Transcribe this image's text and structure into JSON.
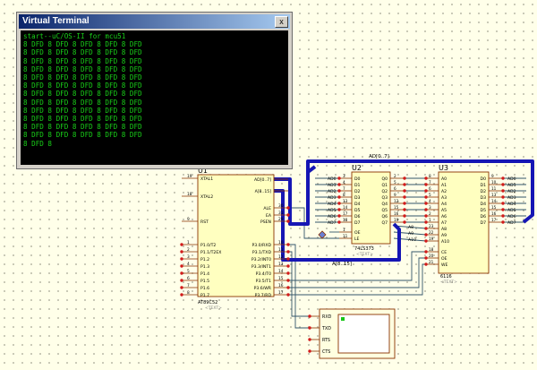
{
  "terminal": {
    "title": "Virtual Terminal",
    "close_label": "x",
    "lines": [
      "start--uC/OS-II for mcu51",
      "8 DFD 8 DFD 8 DFD 8 DFD 8 DFD",
      "8 DFD 8 DFD 8 DFD 8 DFD 8 DFD",
      "8 DFD 8 DFD 8 DFD 8 DFD 8 DFD",
      "8 DFD 8 DFD 8 DFD 8 DFD 8 DFD",
      "8 DFD 8 DFD 8 DFD 8 DFD 8 DFD",
      "8 DFD 8 DFD 8 DFD 8 DFD 8 DFD",
      "8 DFD 8 DFD 8 DFD 8 DFD 8 DFD",
      "8 DFD 8 DFD 8 DFD 8 DFD 8 DFD",
      "8 DFD 8 DFD 8 DFD 8 DFD 8 DFD",
      "8 DFD 8 DFD 8 DFD 8 DFD 8 DFD",
      "8 DFD 8 DFD 8 DFD 8 DFD 8 DFD",
      "8 DFD 8 DFD 8 DFD 8 DFD 8 DFD",
      "8 DFD 8"
    ]
  },
  "bus_labels": {
    "ad": "AD[0..7]",
    "a": "A[8..15]"
  },
  "u1": {
    "ref": "U1",
    "part": "AT89C52",
    "text_tag": "<TEXT>",
    "left_pins": [
      {
        "name": "XTAL1",
        "num": "19"
      },
      {
        "name": "XTAL2",
        "num": "18"
      },
      {
        "name": "RST",
        "num": "9"
      },
      {
        "name": "P1.0/T2",
        "num": "1"
      },
      {
        "name": "P1.1/T2EX",
        "num": "2"
      },
      {
        "name": "P1.2",
        "num": "3"
      },
      {
        "name": "P1.3",
        "num": "4"
      },
      {
        "name": "P1.4",
        "num": "5"
      },
      {
        "name": "P1.5",
        "num": "6"
      },
      {
        "name": "P1.6",
        "num": "7"
      },
      {
        "name": "P1.7",
        "num": "8"
      }
    ],
    "right_pins": [
      {
        "name": "AD[0..7]",
        "num": ""
      },
      {
        "name": "A[8..15]",
        "num": ""
      },
      {
        "name": "ALE",
        "num": "30"
      },
      {
        "name": "EA",
        "num": "31"
      },
      {
        "name": "PSEN",
        "num": "29"
      },
      {
        "name": "P3.0/RXD",
        "num": "10"
      },
      {
        "name": "P3.1/TXD",
        "num": "11"
      },
      {
        "name": "P3.2/INT0",
        "num": "12"
      },
      {
        "name": "P3.3/INT1",
        "num": "13"
      },
      {
        "name": "P3.4/T0",
        "num": "14"
      },
      {
        "name": "P3.5/T1",
        "num": "15"
      },
      {
        "name": "P3.6/WR",
        "num": "16"
      },
      {
        "name": "P3.7/RD",
        "num": "17"
      }
    ]
  },
  "u2": {
    "ref": "U2",
    "part": "74LS373",
    "text_tag": "<TEXT>",
    "d_pins": [
      "D0",
      "D1",
      "D2",
      "D3",
      "D4",
      "D5",
      "D6",
      "D7"
    ],
    "q_pins": [
      "Q0",
      "Q1",
      "Q2",
      "Q3",
      "Q4",
      "Q5",
      "Q6",
      "Q7"
    ],
    "in_nums": [
      "3",
      "4",
      "7",
      "8",
      "13",
      "14",
      "17",
      "18"
    ],
    "out_nums": [
      "2",
      "5",
      "6",
      "9",
      "12",
      "15",
      "16",
      "19"
    ],
    "ad_labels": [
      "AD0",
      "AD1",
      "AD2",
      "AD3",
      "AD4",
      "AD5",
      "AD6",
      "AD7"
    ],
    "oe": "OE",
    "le": "LE",
    "oe_num": "1",
    "le_num": "11"
  },
  "u3": {
    "ref": "U3",
    "part": "6116",
    "text_tag": "<TEXT>",
    "a_pins": [
      "A0",
      "A1",
      "A2",
      "A3",
      "A4",
      "A5",
      "A6",
      "A7",
      "A8",
      "A9",
      "A10"
    ],
    "a_nums": [
      "8",
      "7",
      "6",
      "5",
      "4",
      "3",
      "2",
      "1",
      "23",
      "22",
      "19"
    ],
    "d_pins": [
      "D0",
      "D1",
      "D2",
      "D3",
      "D4",
      "D5",
      "D6",
      "D7"
    ],
    "d_nums": [
      "9",
      "10",
      "11",
      "13",
      "14",
      "15",
      "16",
      "17"
    ],
    "ad_labels": [
      "AD0",
      "AD1",
      "AD2",
      "AD3",
      "AD4",
      "AD5",
      "AD6",
      "AD7"
    ],
    "ext_labels": [
      "A8",
      "A9",
      "A10"
    ],
    "ctrl": [
      "CE",
      "OE",
      "WE"
    ],
    "ctrl_nums": [
      "18",
      "20",
      "21"
    ]
  },
  "serial": {
    "pins": [
      "RXD",
      "TXD",
      "RTS",
      "CTS"
    ]
  }
}
